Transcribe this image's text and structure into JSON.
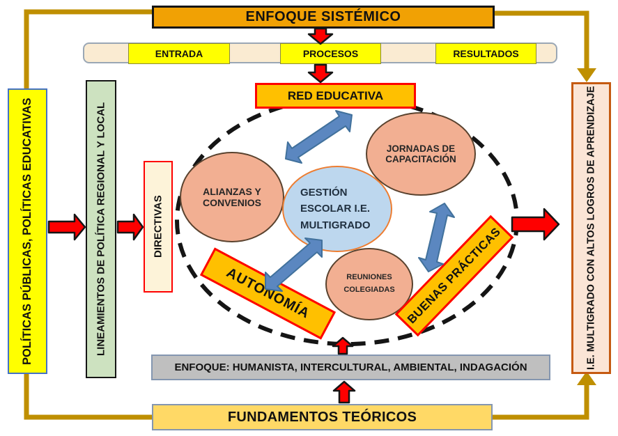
{
  "palette": {
    "banner_orange": "#F1A104",
    "amber": "#FFC000",
    "red": "#FE0000",
    "yellow": "#FFFF00",
    "light_green": "#CDE2C0",
    "cream": "#FDF3D9",
    "bar_cream": "#FAEBD2",
    "salmon": "#F2AF92",
    "light_blue": "#BDD7EE",
    "center_border_orange": "#ED7D31",
    "gray": "#BFBFBF",
    "gray_blue_border": "#8496B0",
    "gold": "#BF8F00",
    "fundamentos_yellow": "#FFD966",
    "outcome_cream": "#FBE5D6",
    "outcome_border_brown": "#C55A11",
    "blue_arrow": "#5B87C0",
    "blue_arrow_border": "#41719C",
    "politicas_border_blue": "#4472C4"
  },
  "top_banner": {
    "label": "ENFOQUE SISTÉMICO"
  },
  "process_bar": {
    "stages": [
      "ENTRADA",
      "PROCESOS",
      "RESULTADOS"
    ]
  },
  "left_column": {
    "politicas": "POLÍTICAS PÚBLICAS, POLÍTICAS EDUCATIVAS",
    "lineamientos": "LINEAMIENTOS DE POLÍTICA REGIONAL Y LOCAL",
    "directivas": "DIRECTIVAS"
  },
  "right_column": {
    "outcome": "I.E. MULTIGRADO CON ALTOS LOGROS DE APRENDIZAJE"
  },
  "network": {
    "red_educativa": "RED EDUCATIVA",
    "center_node": "GESTIÓN\nESCOLAR I.E.\nMULTIGRADO",
    "alianzas": "ALIANZAS Y CONVENIOS",
    "jornadas": "JORNADAS DE CAPACITACIÓN",
    "reuniones": "REUNIONES COLEGIADAS",
    "autonomia": "AUTONOMÍA",
    "buenas_practicas": "BUENAS PRÁCTICAS"
  },
  "bottom": {
    "enfoque": "ENFOQUE: HUMANISTA, INTERCULTURAL, AMBIENTAL, INDAGACIÓN",
    "fundamentos": "FUNDAMENTOS TEÓRICOS"
  }
}
